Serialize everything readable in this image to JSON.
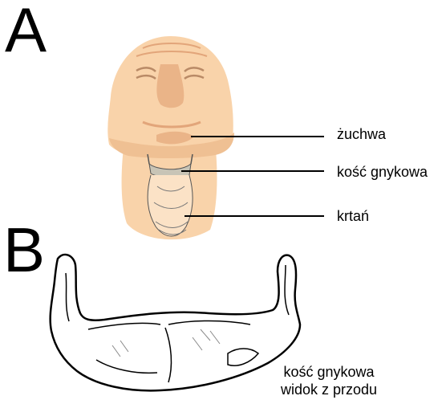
{
  "panels": {
    "a": "A",
    "b": "B"
  },
  "labels": {
    "mandible": "żuchwa",
    "hyoid": "kość gnykowa",
    "larynx": "krtań"
  },
  "caption": {
    "line1": "kość gnykowa",
    "line2": "widok z przodu"
  },
  "colors": {
    "skin": "#f9d3aa",
    "skin_shadow": "#eab488",
    "hyoid_fill": "#c8c4b6",
    "bone_fill": "#ffffff",
    "outline": "#000000"
  }
}
